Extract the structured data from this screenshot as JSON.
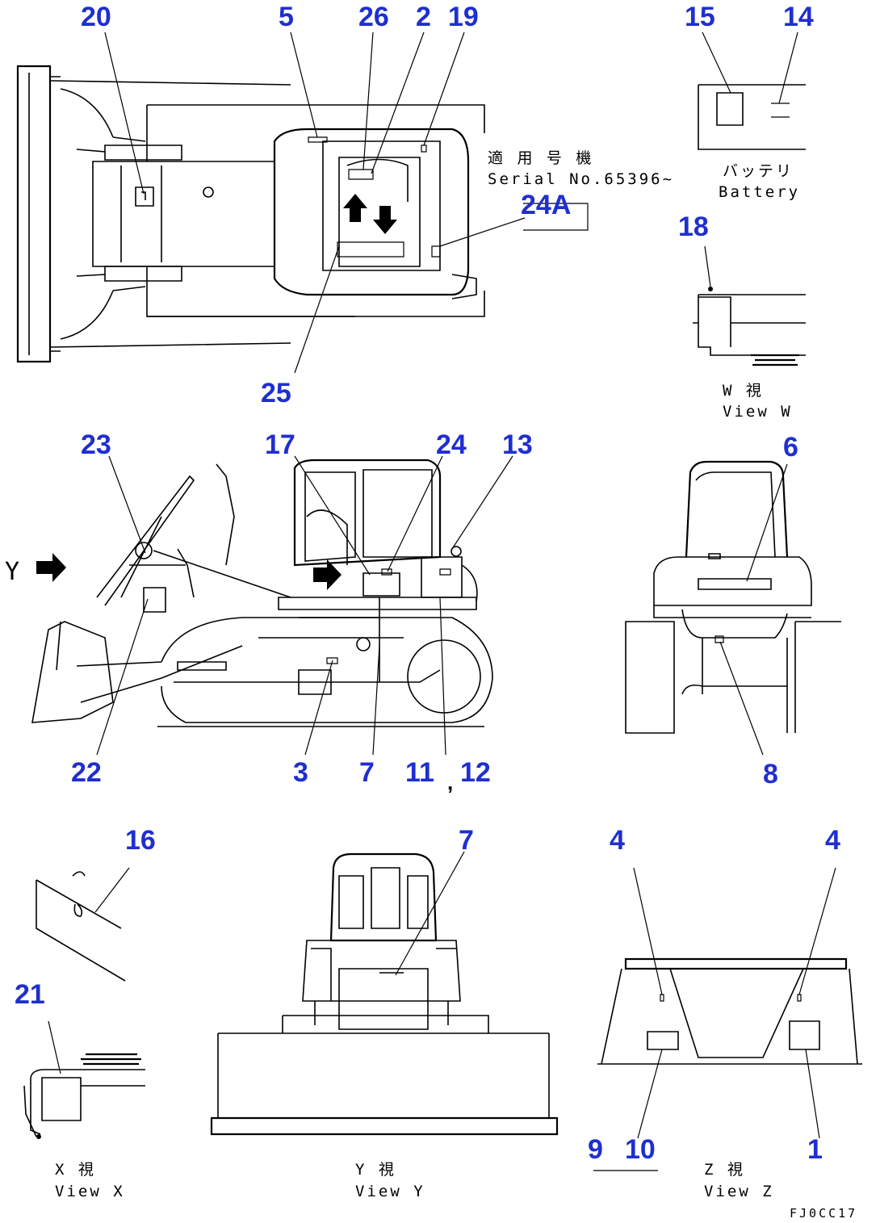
{
  "drawing_id": "FJ0CC17",
  "notes": {
    "serial_jp": "適 用 号 機",
    "serial_en": "Serial No.65396~",
    "battery_jp": "バッテリ",
    "battery_en": "Battery",
    "view_w_jp": "W 視",
    "view_w_en": "View W",
    "view_x_jp": "X 視",
    "view_x_en": "View X",
    "view_y_jp": "Y 視",
    "view_y_en": "View Y",
    "view_z_jp": "Z 視",
    "view_z_en": "View Z",
    "y_arrow_label": "Y",
    "comma": ","
  },
  "callouts": {
    "c20": "20",
    "c5": "5",
    "c26": "26",
    "c2": "2",
    "c19": "19",
    "c15": "15",
    "c14": "14",
    "c24A": "24A",
    "c18": "18",
    "c25": "25",
    "c23": "23",
    "c17": "17",
    "c24": "24",
    "c13": "13",
    "c6": "6",
    "c22": "22",
    "c3": "3",
    "c7a": "7",
    "c11": "11",
    "c12": "12",
    "c8": "8",
    "c16": "16",
    "c7b": "7",
    "c4a": "4",
    "c4b": "4",
    "c21": "21",
    "c9": "9",
    "c10": "10",
    "c1": "1"
  },
  "colors": {
    "callout": "#1f2fd0",
    "line": "#000000",
    "background": "#ffffff"
  }
}
